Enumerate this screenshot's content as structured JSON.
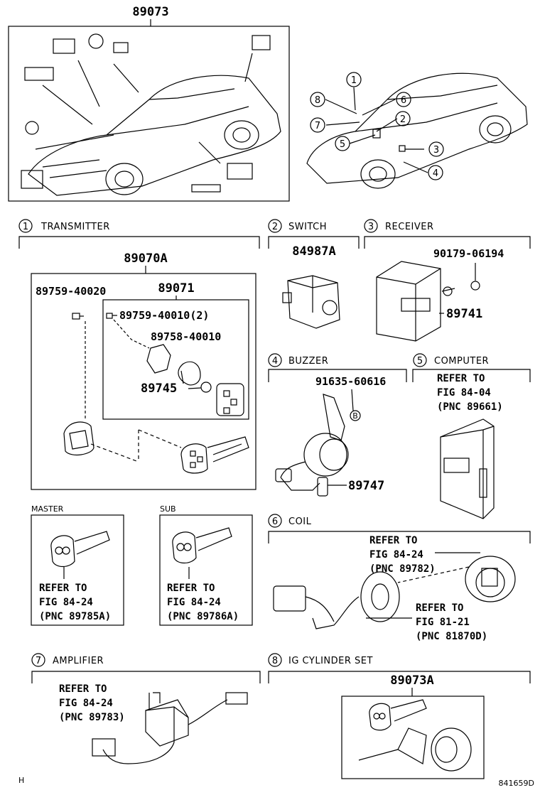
{
  "top": {
    "assembly_part": "89073",
    "location_callouts": [
      "1",
      "2",
      "3",
      "4",
      "5",
      "6",
      "7",
      "8"
    ]
  },
  "sections": {
    "s1": {
      "num": "1",
      "title": "TRANSMITTER"
    },
    "s2": {
      "num": "2",
      "title": "SWITCH"
    },
    "s3": {
      "num": "3",
      "title": "RECEIVER"
    },
    "s4": {
      "num": "4",
      "title": "BUZZER"
    },
    "s5": {
      "num": "5",
      "title": "COMPUTER"
    },
    "s6": {
      "num": "6",
      "title": "COIL"
    },
    "s7": {
      "num": "7",
      "title": "AMPLIFIER"
    },
    "s8": {
      "num": "8",
      "title": "IG CYLINDER SET"
    }
  },
  "transmitter": {
    "assembly": "89070A",
    "sub_assembly": "89071",
    "screw_outer": "89759-40020",
    "screw_inner": "89759-40010(2)",
    "case": "89758-40010",
    "battery": "89745"
  },
  "master": {
    "title": "MASTER",
    "ref": [
      "REFER TO",
      "FIG 84-24",
      "(PNC 89785A)"
    ]
  },
  "sub": {
    "title": "SUB",
    "ref": [
      "REFER TO",
      "FIG 84-24",
      "(PNC 89786A)"
    ]
  },
  "switch": {
    "part": "84987A"
  },
  "receiver": {
    "nut": "90179-06194",
    "part": "89741"
  },
  "buzzer": {
    "bolt": "91635-60616",
    "bolt_mark": "B",
    "part": "89747"
  },
  "computer": {
    "ref": [
      "REFER TO",
      "FIG 84-04",
      "(PNC 89661)"
    ]
  },
  "coil": {
    "ref1": [
      "REFER TO",
      "FIG 84-24",
      "(PNC 89782)"
    ],
    "ref2": [
      "REFER TO",
      "FIG 81-21",
      "(PNC 81870D)"
    ]
  },
  "amplifier": {
    "ref": [
      "REFER TO",
      "FIG 84-24",
      "(PNC 89783)"
    ]
  },
  "ig_cylinder": {
    "part": "89073A"
  },
  "footer": {
    "left_mark": "H",
    "drawing_id": "841659D"
  }
}
